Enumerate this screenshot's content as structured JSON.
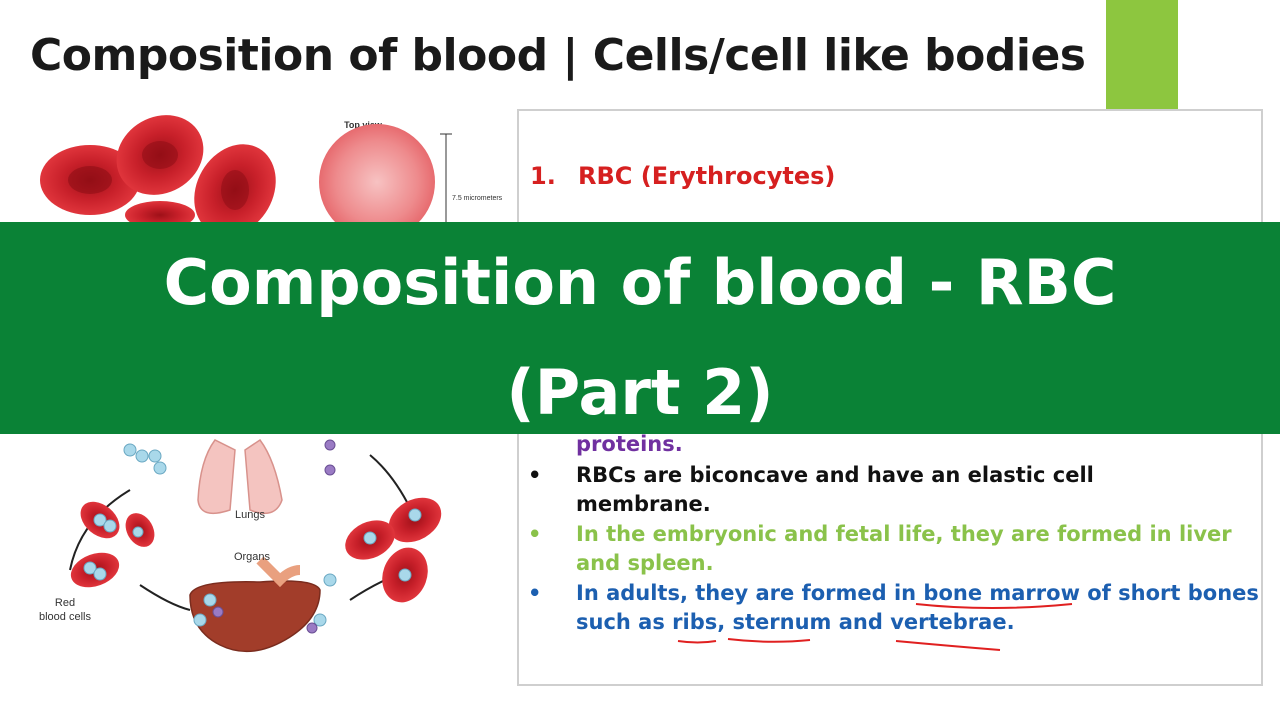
{
  "slide": {
    "title": "Composition of blood  |  Cells/cell like bodies"
  },
  "figure": {
    "top_view_label": "Top view",
    "size_label": "7.5 micrometers",
    "lungs_label": "Lungs",
    "organs_label": "Organs",
    "red_cells_label_1": "Red",
    "red_cells_label_2": "blood cells"
  },
  "content": {
    "heading_number": "1.",
    "heading_text": "RBC (Erythrocytes)",
    "lines": [
      {
        "bullet": "",
        "text": "proteins.",
        "color": "purple"
      },
      {
        "bullet": "•",
        "text": "RBCs are biconcave and have an elastic cell",
        "color": "black"
      },
      {
        "bullet": "",
        "text": "membrane.",
        "color": "black"
      },
      {
        "bullet": "•",
        "text": "In the embryonic and fetal life, they are formed in liver",
        "color": "green"
      },
      {
        "bullet": "",
        "text": "and spleen.",
        "color": "green"
      },
      {
        "bullet": "•",
        "text": "In adults, they are formed in bone marrow of short bones",
        "color": "blue"
      },
      {
        "bullet": "",
        "text": "such as ribs, sternum and vertebrae.",
        "color": "blue"
      }
    ]
  },
  "banner": {
    "line1": "Composition of blood - RBC",
    "line2": "(Part 2)"
  },
  "colors": {
    "banner_bg": "#0a8236",
    "accent_green": "#8dc63f",
    "rbc_red": "#c8202a",
    "heading_red": "#d62020"
  }
}
